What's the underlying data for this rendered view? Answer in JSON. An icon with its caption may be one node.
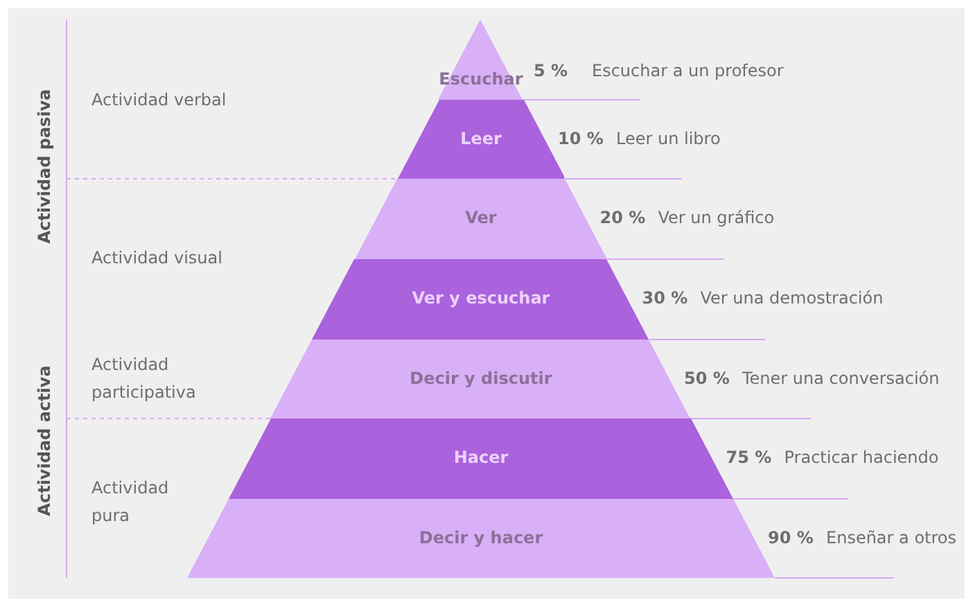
{
  "diagram": {
    "nodes": [
      {
        "text": [
          "Escuchar"
        ],
        "beside": [
          "5 %",
          "Escuchar a un profesor"
        ]
      },
      {
        "text": [
          "Leer"
        ],
        "beside": [
          "10 %",
          "Leer un libro"
        ]
      },
      {
        "text": [
          "Ver"
        ],
        "beside": [
          "20 %",
          "Ver un gráfico"
        ]
      },
      {
        "text": [
          "Ver y escuchar"
        ],
        "beside": [
          "30 %",
          "Ver una demostración"
        ]
      },
      {
        "text": [
          "Decir y discutir"
        ],
        "beside": [
          "50 %",
          "Tener una conversación"
        ]
      },
      {
        "text": [
          "Hacer"
        ],
        "beside": [
          "75 %",
          "Practicar haciendo"
        ]
      },
      {
        "text": [
          "Decir y hacer"
        ],
        "beside": [
          "90 %",
          "Enseñar a otros"
        ]
      }
    ],
    "edges": [],
    "labels": [
      "Actividad pasiva",
      "Actividad verbal",
      "Actividad visual",
      "Actividad participativa",
      "Actividad activa",
      "Actividad pura"
    ]
  }
}
